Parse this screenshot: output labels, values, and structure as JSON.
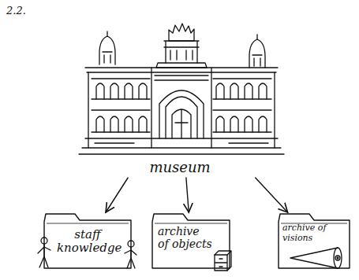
{
  "diagram": {
    "nodes": [
      {
        "text": [
          "museum"
        ]
      },
      {
        "text": [
          "staff knowledge"
        ]
      },
      {
        "text": [
          "archive of objects"
        ]
      },
      {
        "text": [
          "archive of visions"
        ]
      }
    ],
    "edges": [
      {
        "from": 0,
        "to": 1,
        "arrow": "to"
      },
      {
        "from": 0,
        "to": 2,
        "arrow": "to"
      },
      {
        "from": 0,
        "to": 3,
        "arrow": "to"
      }
    ],
    "labels": [
      "2.2."
    ]
  }
}
